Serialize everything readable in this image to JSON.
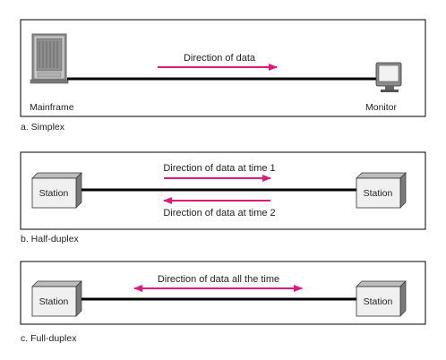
{
  "colors": {
    "arrow": "#e0197d",
    "line": "#000000",
    "box_front": "#f0f0f0",
    "box_side": "#7a7a7a",
    "box_top": "#bdbdbd"
  },
  "panels": {
    "simplex": {
      "caption": "a. Simplex",
      "left_device": "Mainframe",
      "right_device": "Monitor",
      "arrow_label": "Direction of data"
    },
    "half_duplex": {
      "caption": "b. Half-duplex",
      "left_device": "Station",
      "right_device": "Station",
      "arrow_label_top": "Direction of data at time 1",
      "arrow_label_bottom": "Direction of data at time 2"
    },
    "full_duplex": {
      "caption": "c. Full-duplex",
      "left_device": "Station",
      "right_device": "Station",
      "arrow_label": "Direction of data all the time"
    }
  }
}
